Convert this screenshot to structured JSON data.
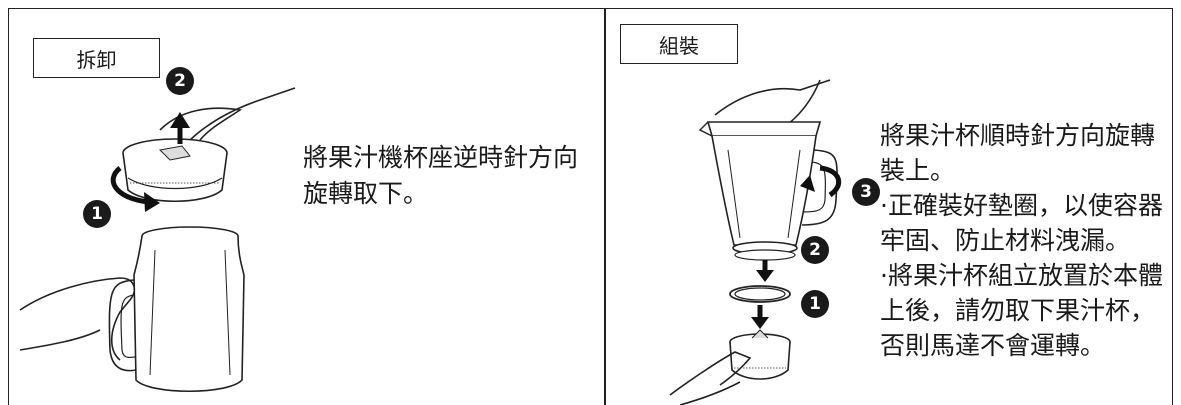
{
  "left_panel": {
    "label": "拆卸",
    "caption": "將果汁機杯座逆時針方向旋轉取下。",
    "badges": {
      "step_1": "1",
      "step_2": "2"
    }
  },
  "right_panel": {
    "label": "組裝",
    "caption_lines": [
      "將果汁杯順時針方向旋轉裝上。",
      "·正確裝好墊圈，以使容器牢固、防止材料洩漏。",
      "·將果汁杯組立放置於本體上後，請勿取下果汁杯，否則馬達不會運轉。"
    ],
    "badges": {
      "step_1": "1",
      "step_2": "2",
      "step_3": "3"
    }
  }
}
